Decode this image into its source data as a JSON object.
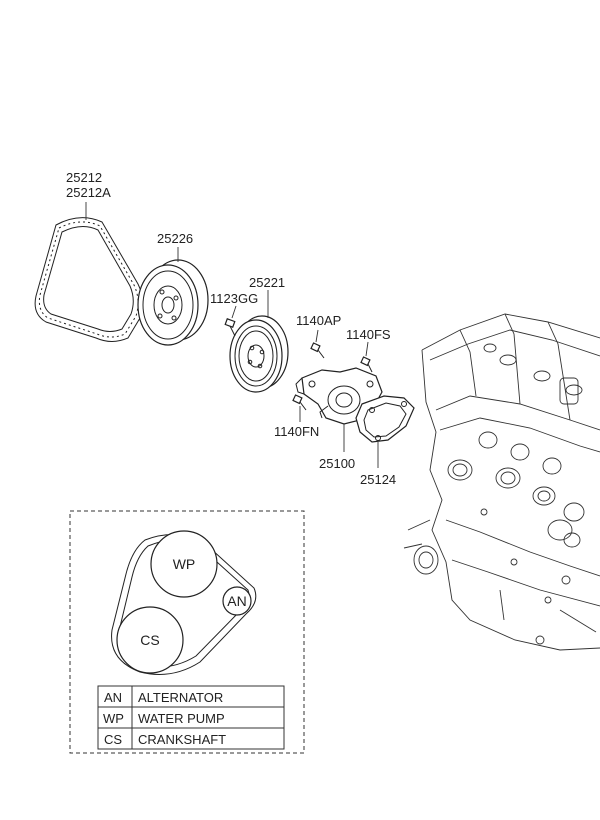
{
  "labels": {
    "belt_a": "25212",
    "belt_b": "25212A",
    "pulley_crank": "25226",
    "pulley_wp": "25221",
    "bolt_1123gg": "1123GG",
    "bolt_1140ap": "1140AP",
    "bolt_1140fs": "1140FS",
    "bolt_1140fn": "1140FN",
    "water_pump": "25100",
    "gasket": "25124"
  },
  "diagram": {
    "wp": "WP",
    "cs": "CS",
    "an": "AN"
  },
  "legend": [
    {
      "code": "AN",
      "name": "ALTERNATOR"
    },
    {
      "code": "WP",
      "name": "WATER PUMP"
    },
    {
      "code": "CS",
      "name": "CRANKSHAFT"
    }
  ]
}
